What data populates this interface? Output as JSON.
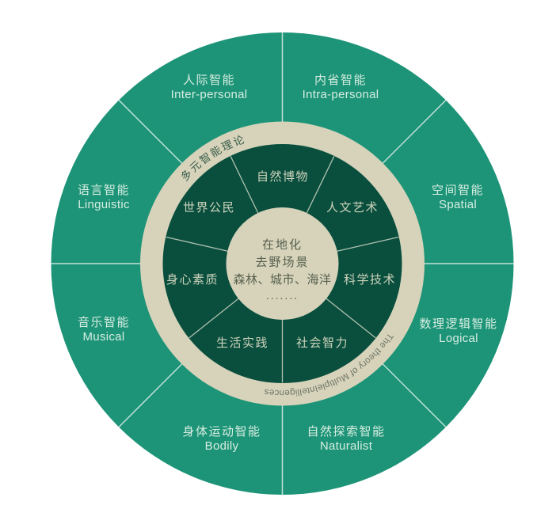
{
  "diagram": {
    "title_band": {
      "cn": "多元智能理论",
      "en": "The theory of MultipleIntelligences"
    },
    "outer_segments": [
      {
        "cn": "人际智能",
        "en": "Inter-personal"
      },
      {
        "cn": "内省智能",
        "en": "Intra-personal"
      },
      {
        "cn": "空间智能",
        "en": "Spatial"
      },
      {
        "cn": "数理逻辑智能",
        "en": "Logical"
      },
      {
        "cn": "自然探索智能",
        "en": "Naturalist"
      },
      {
        "cn": "身体运动智能",
        "en": "Bodily"
      },
      {
        "cn": "音乐智能",
        "en": "Musical"
      },
      {
        "cn": "语言智能",
        "en": "Linguistic"
      }
    ],
    "inner_segments": [
      "自然博物",
      "人文艺术",
      "科学技术",
      "社会智力",
      "生活实践",
      "身心素质",
      "世界公民"
    ],
    "center": {
      "line1": "在地化",
      "line2": "去野场景",
      "line3": "森林、城市、海洋",
      "line4": "......."
    },
    "colors": {
      "outer_ring": "#1d9477",
      "inner_ring": "#0a4f3e",
      "band": "#d6d3ba",
      "center_circle": "#d6d3ba",
      "outer_label_text": "#d7ede2",
      "inner_label_text": "#ccd2ba",
      "center_text": "#57604e",
      "band_text_cn": "#3b5e4d",
      "band_text_en": "#6e7567",
      "divider": "#e9f4ef"
    }
  }
}
